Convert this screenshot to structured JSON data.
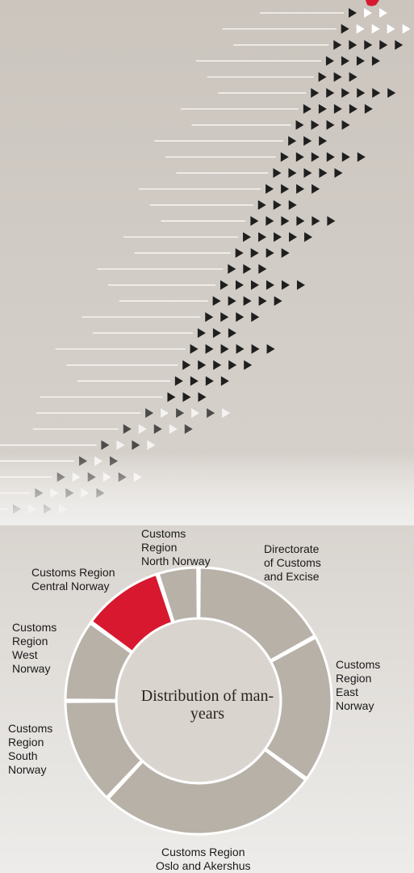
{
  "chart_data": {
    "type": "donut",
    "title": "Distribution\nof man-years",
    "segments": [
      {
        "label": "Directorate\nof Customs\nand Excise",
        "share": 17,
        "highlight": false
      },
      {
        "label": "Customs\nRegion\nEast\nNorway",
        "share": 18,
        "highlight": false
      },
      {
        "label": "Customs Region\nOslo and Akershus",
        "share": 27,
        "highlight": false
      },
      {
        "label": "Customs\nRegion\nSouth\nNorway",
        "share": 13,
        "highlight": false
      },
      {
        "label": "Customs\nRegion\nWest\nNorway",
        "share": 10,
        "highlight": false
      },
      {
        "label": "Customs Region\nCentral Norway",
        "share": 10,
        "highlight": true
      },
      {
        "label": "Customs\nRegion\nNorth Norway",
        "share": 5,
        "highlight": false
      }
    ]
  },
  "colors": {
    "background_top": "#c9c3bc",
    "background_bottom": "#ecebe9",
    "segment": "#b8b1a8",
    "highlight": "#d7182e",
    "inner": "#d9d4ce",
    "arrow_dark": "#1f1f1f",
    "arrow_light": "#ffffff"
  }
}
